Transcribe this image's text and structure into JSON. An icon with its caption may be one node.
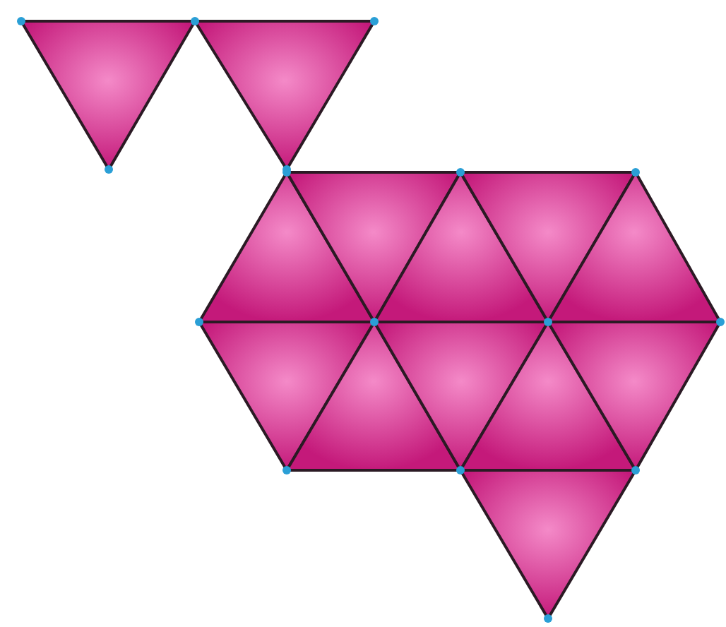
{
  "diagram": {
    "nodes": [
      {
        "text": [],
        "shape": "triangle"
      },
      {
        "text": [],
        "shape": "triangle"
      },
      {
        "text": [],
        "shape": "triangle"
      },
      {
        "text": [],
        "shape": "triangle"
      },
      {
        "text": [],
        "shape": "triangle"
      },
      {
        "text": [],
        "shape": "triangle"
      },
      {
        "text": [],
        "shape": "triangle"
      },
      {
        "text": [],
        "shape": "triangle"
      },
      {
        "text": [],
        "shape": "triangle"
      },
      {
        "text": [],
        "shape": "triangle"
      },
      {
        "text": [],
        "shape": "triangle"
      },
      {
        "text": [],
        "shape": "triangle"
      },
      {
        "text": [],
        "shape": "triangle"
      }
    ]
  }
}
